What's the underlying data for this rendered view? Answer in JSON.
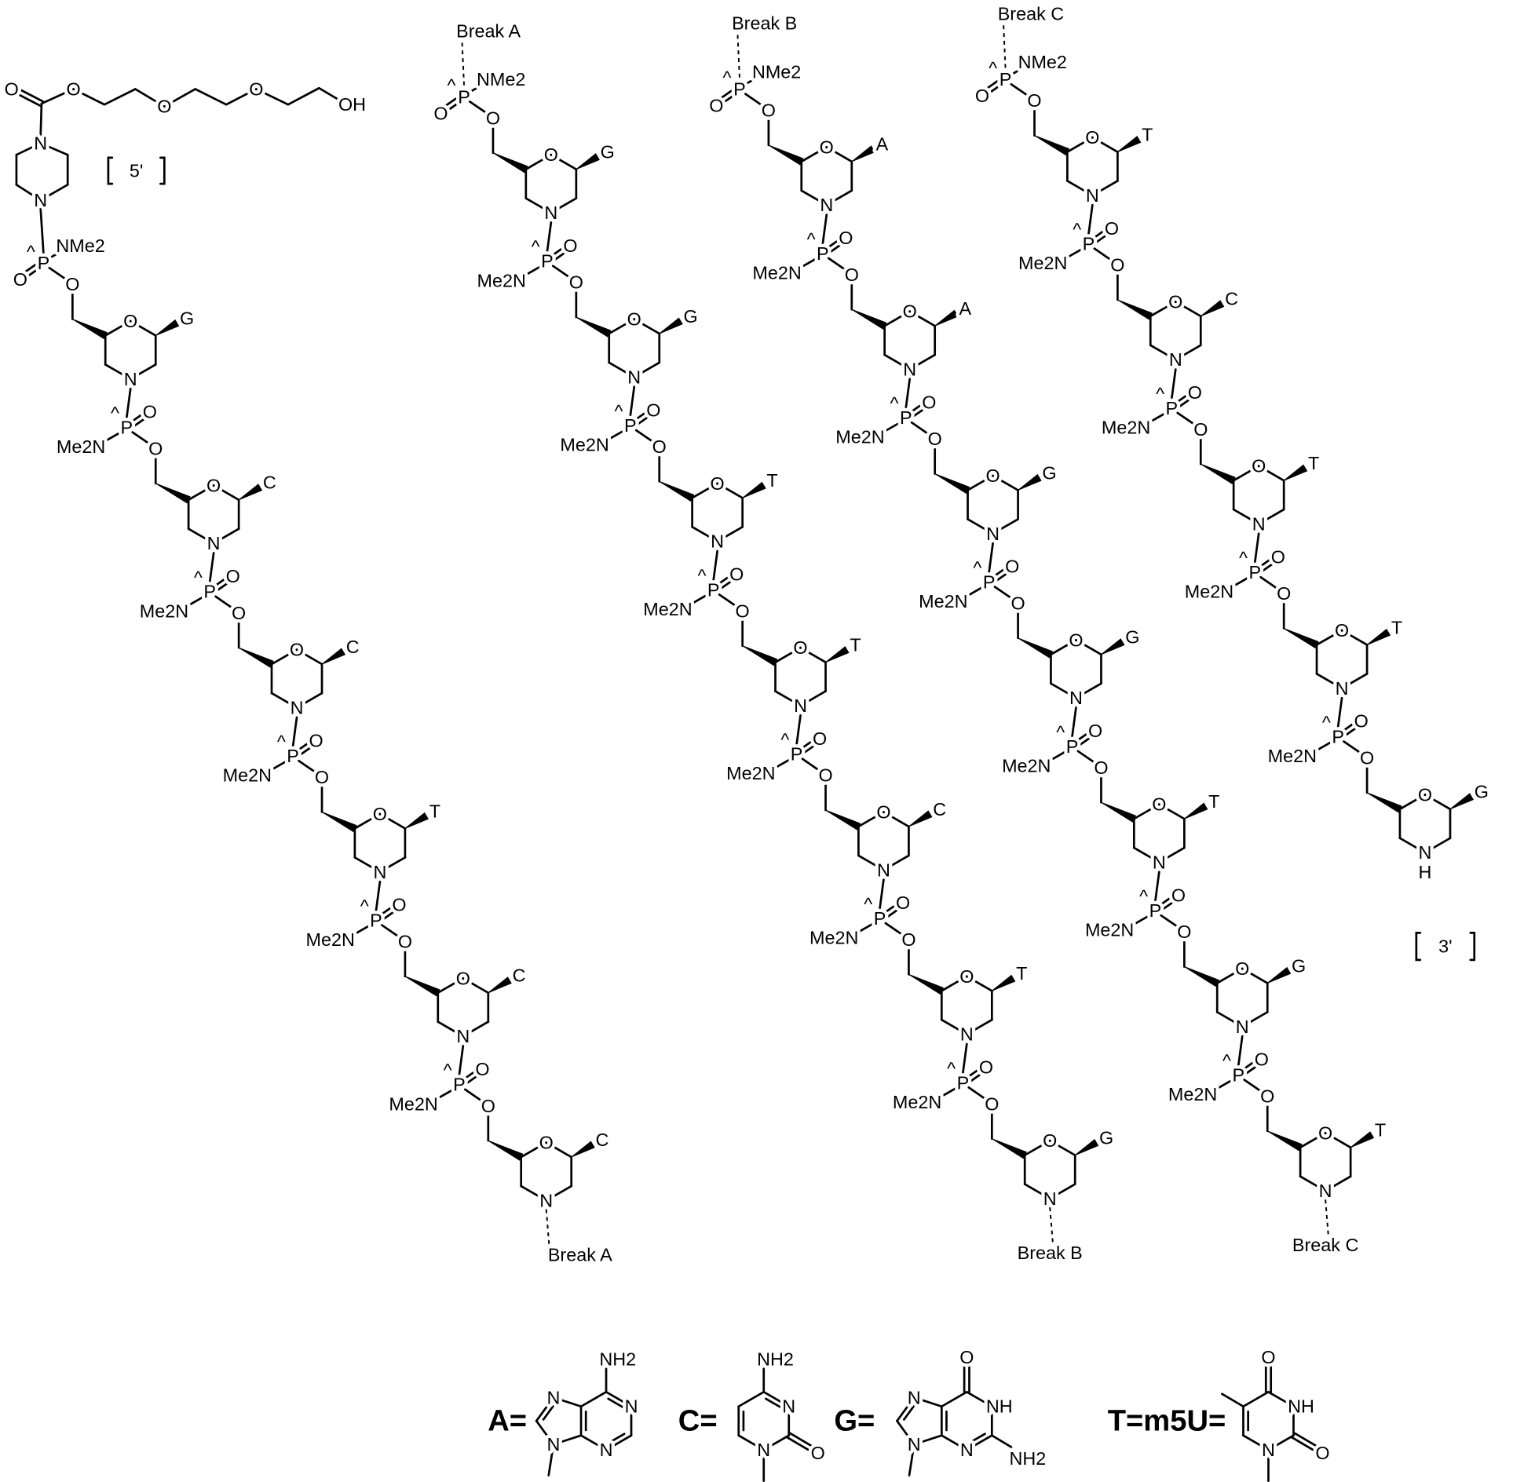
{
  "atoms": {
    "P": "P",
    "O": "O",
    "N": "N",
    "H": "H",
    "NH": "NH",
    "OH": "OH",
    "NMe2": "NMe2",
    "Me2N": "Me2N",
    "NH2": "NH2",
    "stereo_mark": "^"
  },
  "five_prime_label": "5'",
  "three_prime_label": "3'",
  "chains": [
    {
      "start_break": null,
      "bases": [
        "G",
        "C",
        "C",
        "T",
        "C",
        "C"
      ],
      "end_break": "Break A"
    },
    {
      "start_break": "Break A",
      "bases": [
        "G",
        "G",
        "T",
        "T",
        "C",
        "T",
        "G"
      ],
      "end_break": "Break B"
    },
    {
      "start_break": "Break B",
      "bases": [
        "A",
        "A",
        "G",
        "G",
        "T",
        "G",
        "T"
      ],
      "end_break": "Break C"
    },
    {
      "start_break": "Break C",
      "bases": [
        "T",
        "C",
        "T",
        "T",
        "G"
      ],
      "end_break": null
    }
  ],
  "legend": [
    {
      "label": "A=",
      "base": "adenine"
    },
    {
      "label": "C=",
      "base": "cytosine"
    },
    {
      "label": "G=",
      "base": "guanine"
    },
    {
      "label": "T=m5U=",
      "base": "thymine"
    }
  ]
}
